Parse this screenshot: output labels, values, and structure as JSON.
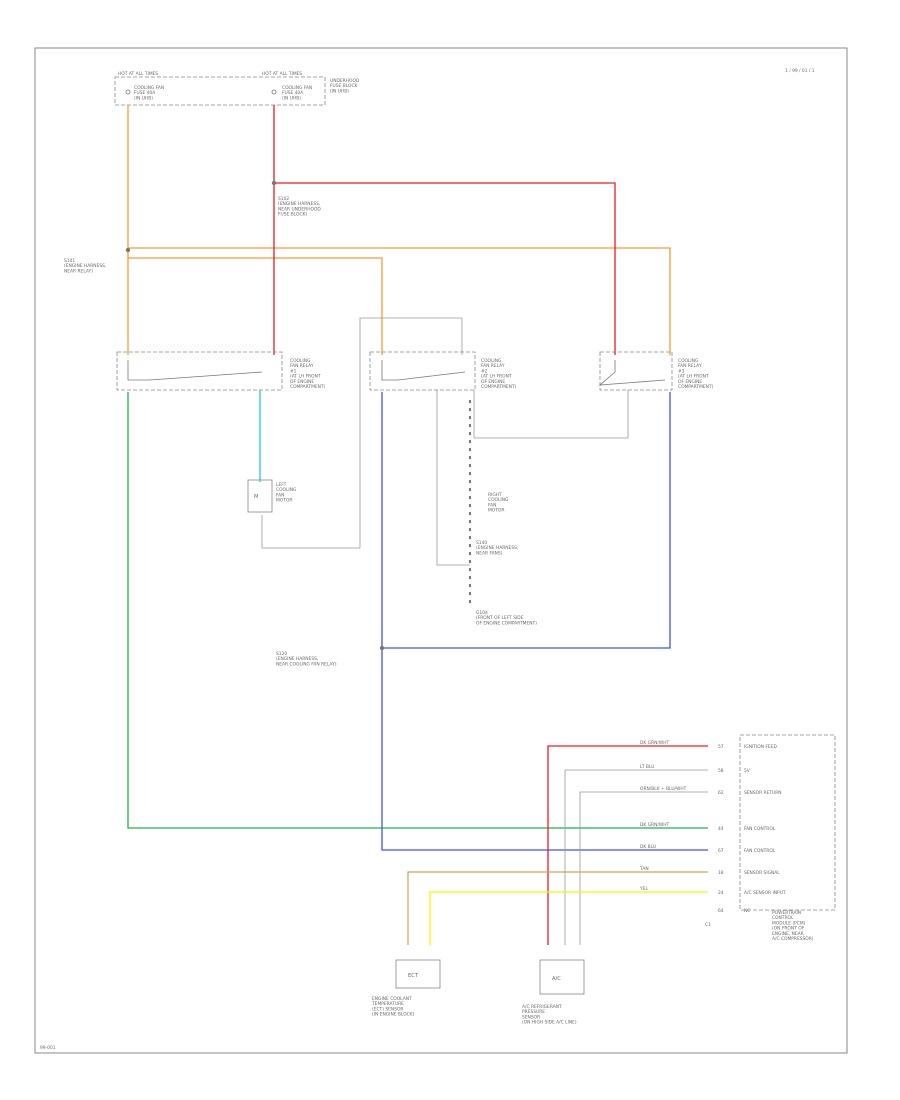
{
  "page": {
    "diagram_id": "1 / 99 / 01 / 1",
    "footer_code": "99-001"
  },
  "fuse_block": {
    "left_header": "HOT AT ALL TIMES",
    "right_header": "HOT AT ALL TIMES",
    "left_fuse": "COOLING FAN\nFUSE 40A\n(IN UHB)",
    "right_fuse": "COOLING FAN\nFUSE 40A\n(IN UHB)",
    "box_label": "UNDERHOOD\nFUSE BLOCK\n(IN UHB)"
  },
  "splices": {
    "red_splice": "S102\n(ENGINE HARNESS,\nNEAR UNDERHOOD\nFUSE BLOCK)",
    "orange_splice": "S101\n(ENGINE HARNESS,\nNEAR RELAY)",
    "blue_splice": "S120\n(ENGINE HARNESS,\nNEAR COOLING FAN RELAY)"
  },
  "relays": {
    "relay1": "COOLING\nFAN RELAY\n#1\n(AT LH FRONT\nOF ENGINE\nCOMPARTMENT)",
    "relay2": "COOLING\nFAN RELAY\n#2\n(AT LH FRONT\nOF ENGINE\nCOMPARTMENT)",
    "relay3": "COOLING\nFAN RELAY\n#3\n(AT LH FRONT\nOF ENGINE\nCOMPARTMENT)"
  },
  "motors": {
    "left_fan": "LEFT\nCOOLING\nFAN\nMOTOR",
    "right_fan": "RIGHT\nCOOLING\nFAN\nMOTOR",
    "ground_s": "S140\n(ENGINE HARNESS,\nNEAR FANS)",
    "ground_g": "G104\n(FRONT OF LEFT SIDE\nOF ENGINE COMPARTMENT)"
  },
  "pcm": {
    "title": "POWERTRAIN\nCONTROL\nMODULE (PCM)\n(ON FRONT OF\nENGINE, NEAR\nA/C COMPRESSOR)",
    "connector": "C1",
    "pins": [
      {
        "wire": "DK GRN/WHT",
        "pin": "57",
        "label": "IGNITION FEED"
      },
      {
        "wire": "LT BLU",
        "pin": "58",
        "label": "5V"
      },
      {
        "wire": "ORN/BLK + BLU/WHT",
        "pin": "62",
        "label": "SENSOR RETURN"
      },
      {
        "wire": "DK GRN/WHT",
        "pin": "44",
        "label": "FAN CONTROL"
      },
      {
        "wire": "DK BLU",
        "pin": "67",
        "label": "FAN CONTROL"
      },
      {
        "wire": "TAN",
        "pin": "18",
        "label": "SENSOR SIGNAL"
      },
      {
        "wire": "YEL",
        "pin": "24",
        "label": "A/C SENSOR INPUT"
      },
      {
        "wire": "",
        "pin": "64",
        "label": "NC"
      }
    ]
  },
  "sensors": {
    "ect_box": "ECT",
    "ect_label": "ENGINE COOLANT\nTEMPERATURE\n(ECT) SENSOR\n(IN ENGINE BLOCK)",
    "ac_box": "A/C",
    "ac_label": "A/C REFRIGERANT\nPRESSURE\nSENSOR\n(ON HIGH SIDE A/C LINE)"
  },
  "colors": {
    "orange": "#f39b37",
    "red": "#ee1a24",
    "green": "#22b14c",
    "blue": "#4255e2",
    "cyan": "#21c8e6",
    "yellow": "#fff200",
    "tan": "#c8a860",
    "wire_gray": "#888888"
  }
}
